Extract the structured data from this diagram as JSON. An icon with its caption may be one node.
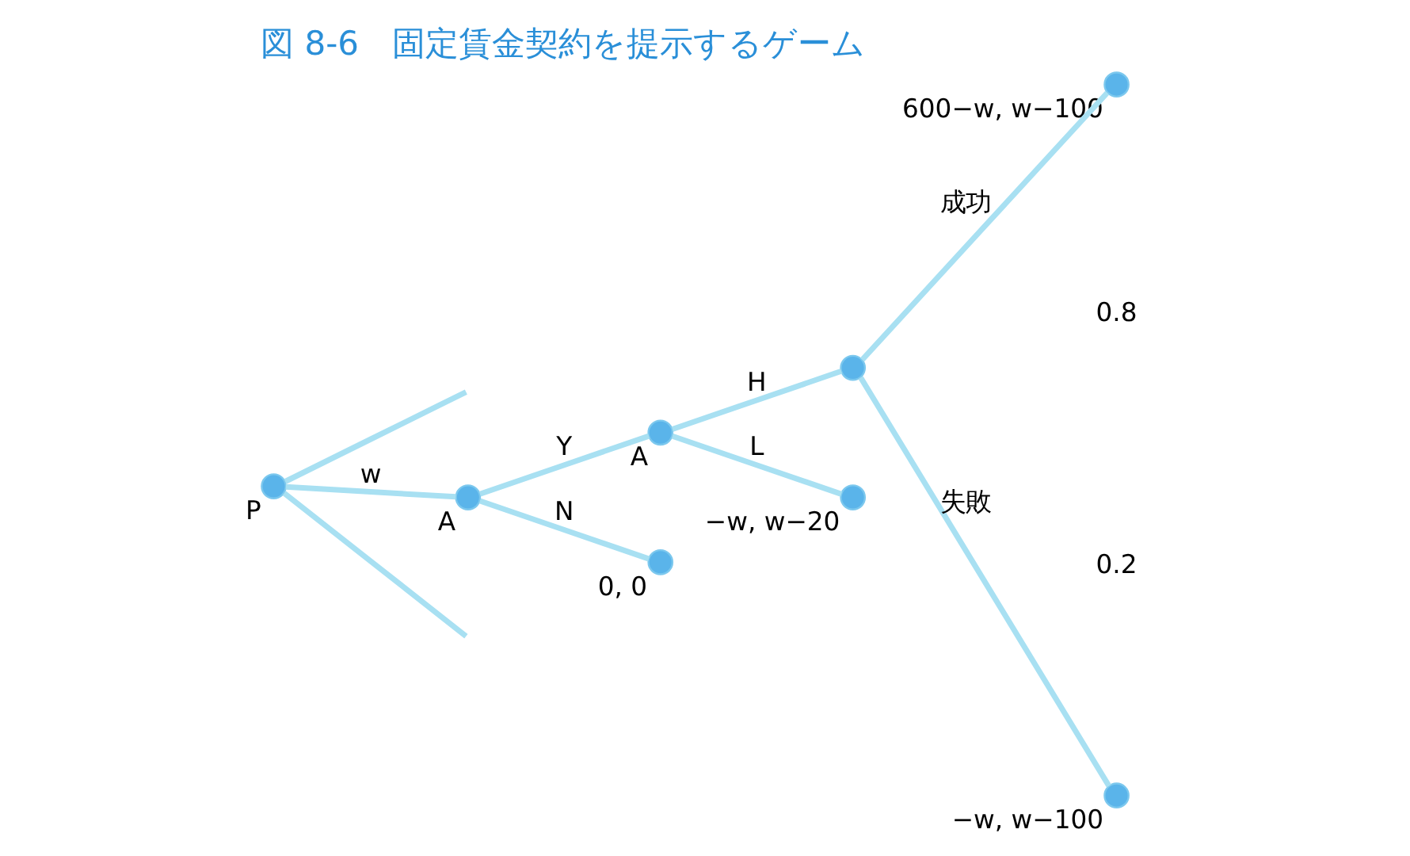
{
  "diagram": {
    "title": "図 8-6　固定賃金契約を提示するゲーム",
    "nodes": [
      {
        "text": [],
        "shape": "circle",
        "beside": [
          "P"
        ]
      },
      {
        "text": [],
        "shape": "circle",
        "beside": [
          "A"
        ]
      },
      {
        "text": [],
        "shape": "circle",
        "beside": [
          "0, 0"
        ]
      },
      {
        "text": [],
        "shape": "circle",
        "beside": [
          "A"
        ]
      },
      {
        "text": [],
        "shape": "circle"
      },
      {
        "text": [],
        "shape": "circle",
        "beside": [
          "−w, w−20"
        ]
      },
      {
        "text": [],
        "shape": "circle",
        "beside": [
          "600−w, w−100"
        ]
      },
      {
        "text": [],
        "shape": "circle",
        "beside": [
          "−w, w−100"
        ]
      }
    ],
    "edges": [
      {
        "from": 0,
        "to": null,
        "arrow": "none"
      },
      {
        "from": 0,
        "to": 1,
        "arrow": "none",
        "label": "w"
      },
      {
        "from": 0,
        "to": null,
        "arrow": "none"
      },
      {
        "from": 1,
        "to": 3,
        "arrow": "none",
        "label": "Y"
      },
      {
        "from": 1,
        "to": 2,
        "arrow": "none",
        "label": "N"
      },
      {
        "from": 3,
        "to": 4,
        "arrow": "none",
        "label": "H"
      },
      {
        "from": 3,
        "to": 5,
        "arrow": "none",
        "label": "L"
      },
      {
        "from": 4,
        "to": 6,
        "arrow": "none",
        "label": "成功"
      },
      {
        "from": 4,
        "to": 7,
        "arrow": "none",
        "label": "失敗"
      }
    ],
    "labels": [
      "0.8",
      "0.2"
    ]
  }
}
